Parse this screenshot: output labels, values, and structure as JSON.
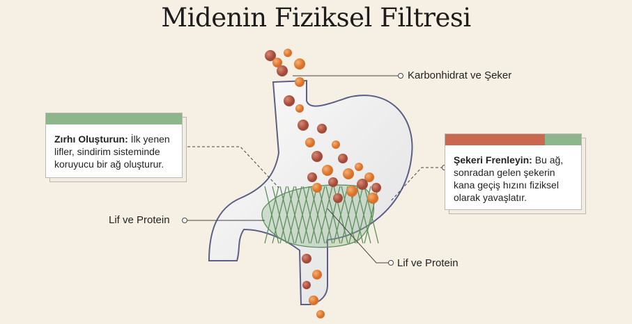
{
  "title": "Midenin Fiziksel Filtresi",
  "labels": {
    "carb": "Karbonhidrat ve Şeker",
    "fiber_left": "Lif ve Protein",
    "fiber_right": "Lif ve Protein"
  },
  "cards": {
    "left": {
      "bold": "Zırhı Oluşturun:",
      "text": " İlk yenen lifler, sindirim sisteminde koruyucu bir ağ oluşturur."
    },
    "right": {
      "bold": "Şekeri Frenleyin:",
      "text": " Bu ağ, sonradan gelen şekerin kana geçiş hızını fiziksel olarak yavaşlatır."
    }
  },
  "colors": {
    "green": "#8db68d",
    "red": "#c9684f",
    "orange": "#e58a3f",
    "bg": "#f6f0e4"
  }
}
